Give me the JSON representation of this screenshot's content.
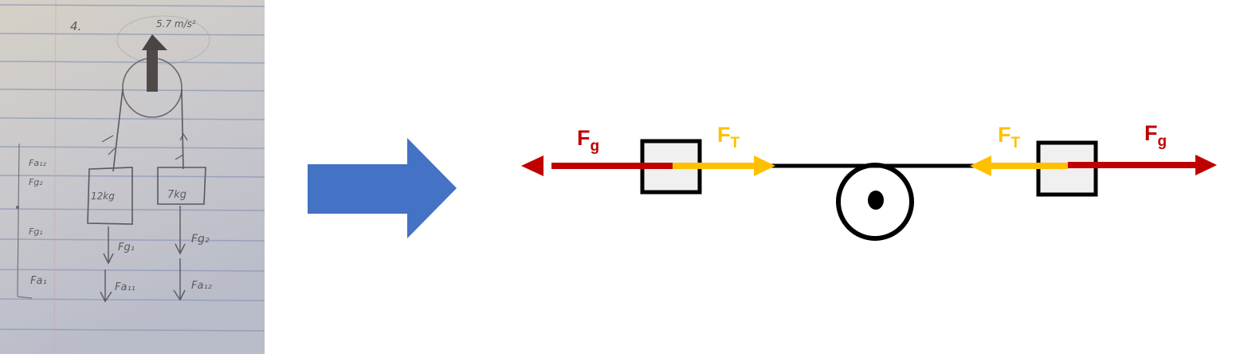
{
  "photo": {
    "problem_number": "4.",
    "acceleration_label": "5.7 m/s²",
    "mass_left": "12kg",
    "mass_right": "7kg",
    "side_labels": [
      "Fa₁₂",
      "Fg₂",
      "Fg₁",
      "Fa₁"
    ],
    "force_left_1": "Fg₁",
    "force_left_2": "Fa₁₁",
    "force_right_1": "Fg₂",
    "force_right_2": "Fa₁₂"
  },
  "transform_arrow": {
    "color": "#4472c4",
    "icon": "right-arrow-icon"
  },
  "diagram": {
    "colors": {
      "gravity": "#c00000",
      "tension": "#ffc000",
      "rope": "#000000",
      "block_fill": "#f0f0f0"
    },
    "left_block": {
      "gravity_label": "F",
      "gravity_sub": "g",
      "tension_label": "F",
      "tension_sub": "T"
    },
    "right_block": {
      "gravity_label": "F",
      "gravity_sub": "g",
      "tension_label": "F",
      "tension_sub": "T"
    }
  }
}
